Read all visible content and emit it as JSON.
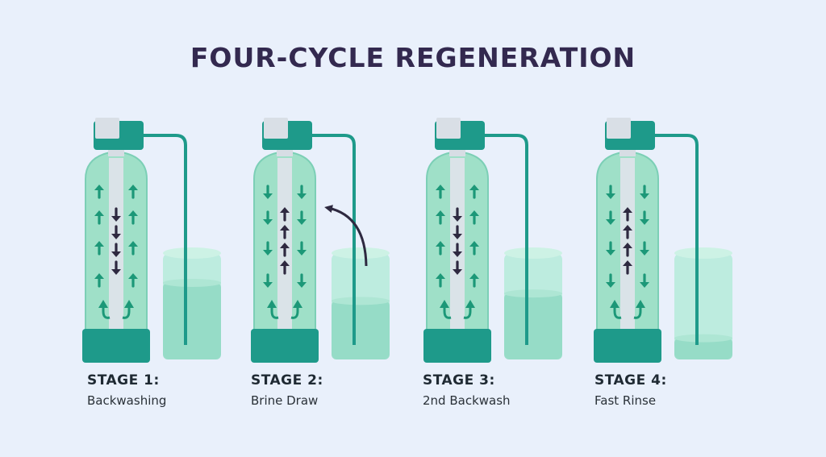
{
  "title": "FOUR-CYCLE REGENERATION",
  "colors": {
    "background": "#e9f0fb",
    "teal_dark": "#1e9a8a",
    "teal_tank": "#9fe0c8",
    "arrow_green": "#1c9878",
    "arrow_dark": "#2e2940",
    "tube": "#dde3ea",
    "brine_water": "#8fd9c3"
  },
  "stages": [
    {
      "label": "STAGE 1:",
      "description": "Backwashing",
      "outer_flow": "up",
      "inner_flow": "down",
      "bottom_curls": true,
      "brine_level": 0.72,
      "draw_arrow": false
    },
    {
      "label": "STAGE 2:",
      "description": "Brine Draw",
      "outer_flow": "down",
      "inner_flow": "up",
      "bottom_curls": true,
      "brine_level": 0.55,
      "draw_arrow": true
    },
    {
      "label": "STAGE 3:",
      "description": "2nd Backwash",
      "outer_flow": "up",
      "inner_flow": "down",
      "bottom_curls": true,
      "brine_level": 0.62,
      "draw_arrow": false
    },
    {
      "label": "STAGE 4:",
      "description": "Fast Rinse",
      "outer_flow": "down",
      "inner_flow": "up",
      "bottom_curls": true,
      "brine_level": 0.2,
      "draw_arrow": false
    }
  ]
}
